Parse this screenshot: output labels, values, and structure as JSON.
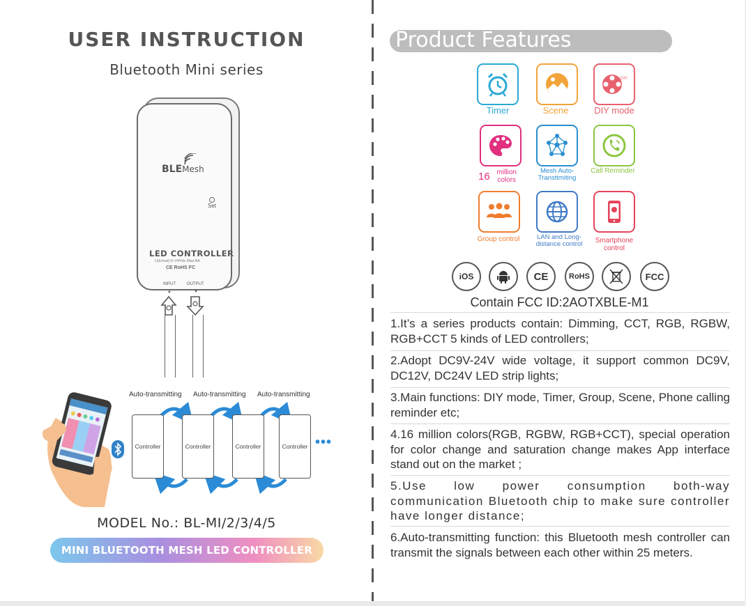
{
  "left": {
    "title": "USER INSTRUCTION",
    "subtitle": "Bluetooth Mini series",
    "device": {
      "brand_a": "BLE",
      "brand_b": "Mesh",
      "set_label": "Set",
      "name": "LED CONTROLLER",
      "spec": "U(in/out):9~24Vdc Max:8A",
      "certs": "CE RoHS FC",
      "input_label": "INPUT",
      "output_label": "OUTPUT"
    },
    "network": {
      "auto_labels": [
        "Auto-transmitting",
        "Auto-transmitting",
        "Auto-transmitting"
      ],
      "controllers": [
        "Controller",
        "Controller",
        "Controller",
        "Controller"
      ],
      "more": "•••"
    },
    "model": "MODEL No.: BL-MI/2/3/4/5",
    "banner": "MINI BLUETOOTH MESH LED CONTROLLER"
  },
  "right": {
    "section_title": "Product Features",
    "features": [
      {
        "label": "Timer",
        "icon": "alarm-clock-icon",
        "color": "#2aa9d6"
      },
      {
        "label": "Scene",
        "icon": "scene-icon",
        "color": "#f2a33a"
      },
      {
        "label": "DIY mode",
        "icon": "diy-film-reel-icon",
        "color": "#e8616e"
      },
      {
        "label_num": "16",
        "label_text": "million colors",
        "icon": "palette-icon",
        "color": "#e0307f"
      },
      {
        "label": "Mesh Auto-Transttmiting",
        "icon": "mesh-network-icon",
        "color": "#2a8ed0"
      },
      {
        "label": "Call Reminder",
        "icon": "phone-call-icon",
        "color": "#8cc63f"
      },
      {
        "label": "Group control",
        "icon": "group-people-icon",
        "color": "#f07d2e"
      },
      {
        "label": "LAN and Long-distance control",
        "icon": "globe-icon",
        "color": "#3f7ac6"
      },
      {
        "label": "Smartphone control",
        "icon": "smartphone-icon",
        "color": "#e5435b"
      }
    ],
    "certifications": [
      "iOS",
      "android-icon",
      "CE",
      "RoHS",
      "weee-bin-icon",
      "FCC"
    ],
    "fcc_id": "Contain FCC ID:2AOTXBLE-M1",
    "paragraphs": [
      "1.It’s a series products contain: Dimming, CCT, RGB, RGBW, RGB+CCT 5 kinds of LED controllers;",
      "2.Adopt DC9V-24V wide voltage, it support common DC9V, DC12V, DC24V LED strip lights;",
      "3.Main functions: DIY mode, Timer, Group, Scene, Phone calling reminder etc;",
      "4.16 million colors(RGB, RGBW, RGB+CCT), special operation for color change and saturation change makes App interface stand out on the market ;",
      "5.Use low power consumption both-way communication Bluetooth chip to make sure controller have longer distance;",
      "6.Auto-transmitting function: this Bluetooth mesh controller can transmit the signals between each other within 25 meters."
    ]
  }
}
